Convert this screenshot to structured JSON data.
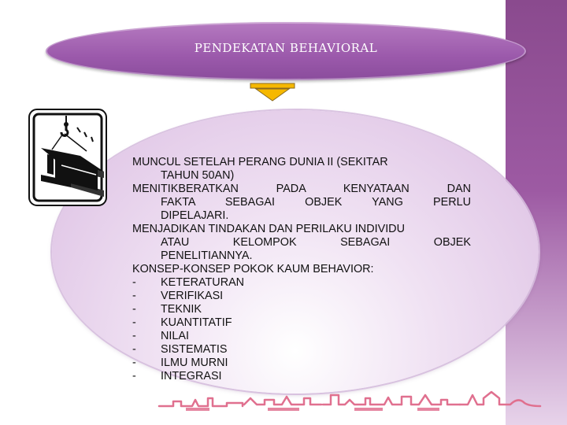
{
  "title": "PENDEKATAN BEHAVIORAL",
  "colors": {
    "title_fill": "#9b59ab",
    "band": "#9d5aa3",
    "arrow": "#f6b800",
    "skyline": "#e0708f"
  },
  "icons": {
    "hazard": "crane-lifting-beam-icon",
    "arrow": "arrow-down-icon"
  },
  "content": {
    "p1_line1": "MUNCUL SETELAH PERANG DUNIA II (SEKITAR",
    "p1_line2": "TAHUN 50AN)",
    "p2_line1": "MENITIKBERATKAN PADA KENYATAAN DAN",
    "p2_line2": "FAKTA SEBAGAI OBJEK YANG PERLU",
    "p2_line3": "DIPELAJARI.",
    "p3_line1": "MENJADIKAN TINDAKAN DAN PERILAKU INDIVIDU",
    "p3_line2": "ATAU KELOMPOK SEBAGAI OBJEK",
    "p3_line3": "PENELITIANNYA.",
    "p4_line1": "KONSEP-KONSEP POKOK KAUM BEHAVIOR:",
    "bullets": [
      "KETERATURAN",
      "VERIFIKASI",
      "TEKNIK",
      "KUANTITATIF",
      "NILAI",
      "SISTEMATIS",
      "ILMU MURNI",
      "INTEGRASI"
    ],
    "dash": "-"
  }
}
